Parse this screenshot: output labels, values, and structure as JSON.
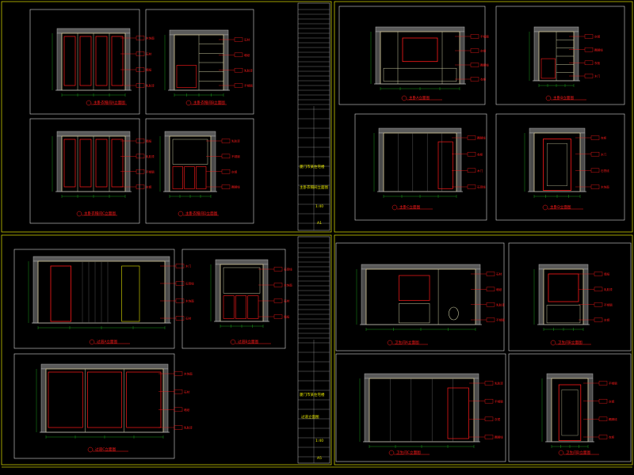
{
  "colors": {
    "background": "#000000",
    "frame": "#c8c800",
    "frame_box": "#d8d8d8",
    "wall": "#b0b0b0",
    "furniture": "#d8c890",
    "detail": "#c8c8a0",
    "red": "#ff1a1a",
    "green": "#20c020",
    "cyan": "#30d0d0",
    "yellow": "#e0e000",
    "title_text": "#e8e800"
  },
  "sheets": [
    {
      "id": "sheet-top-left",
      "title_block": {
        "project": "厦门市某住宅楼",
        "drawing": "主卧衣帽间立面图",
        "scale": "1:40",
        "number": "A1"
      }
    },
    {
      "id": "sheet-top-right",
      "title_block": {
        "project": "",
        "drawing": "",
        "scale": "",
        "number": ""
      }
    },
    {
      "id": "sheet-bottom-left",
      "title_block": {
        "project": "厦门市某住宅楼",
        "drawing": "过道立面图",
        "scale": "1:40",
        "number": "A5"
      }
    },
    {
      "id": "sheet-bottom-right",
      "title_block": {
        "project": "",
        "drawing": "",
        "scale": "",
        "number": ""
      }
    }
  ],
  "elevation_titles": {
    "sheet1": [
      "主卧衣帽间A立面图",
      "主卧衣帽间B立面图",
      "主卧衣帽间C立面图",
      "主卧衣帽间D立面图"
    ],
    "sheet2": [
      "主卧A立面图",
      "主卧B立面图",
      "主卧C立面图",
      "主卧D立面图"
    ],
    "sheet3": [
      "过道A立面图",
      "过道B立面图",
      "过道C立面图"
    ],
    "sheet4": [
      "卫生间A立面图",
      "卫生间B立面图",
      "卫生间C立面图",
      "卫生间D立面图"
    ]
  },
  "annotation_words": [
    "木饰面",
    "石材",
    "墙纸",
    "乳胶漆",
    "不锈钢",
    "灰镜",
    "踢脚线",
    "衣柜",
    "木门",
    "石膏线"
  ]
}
